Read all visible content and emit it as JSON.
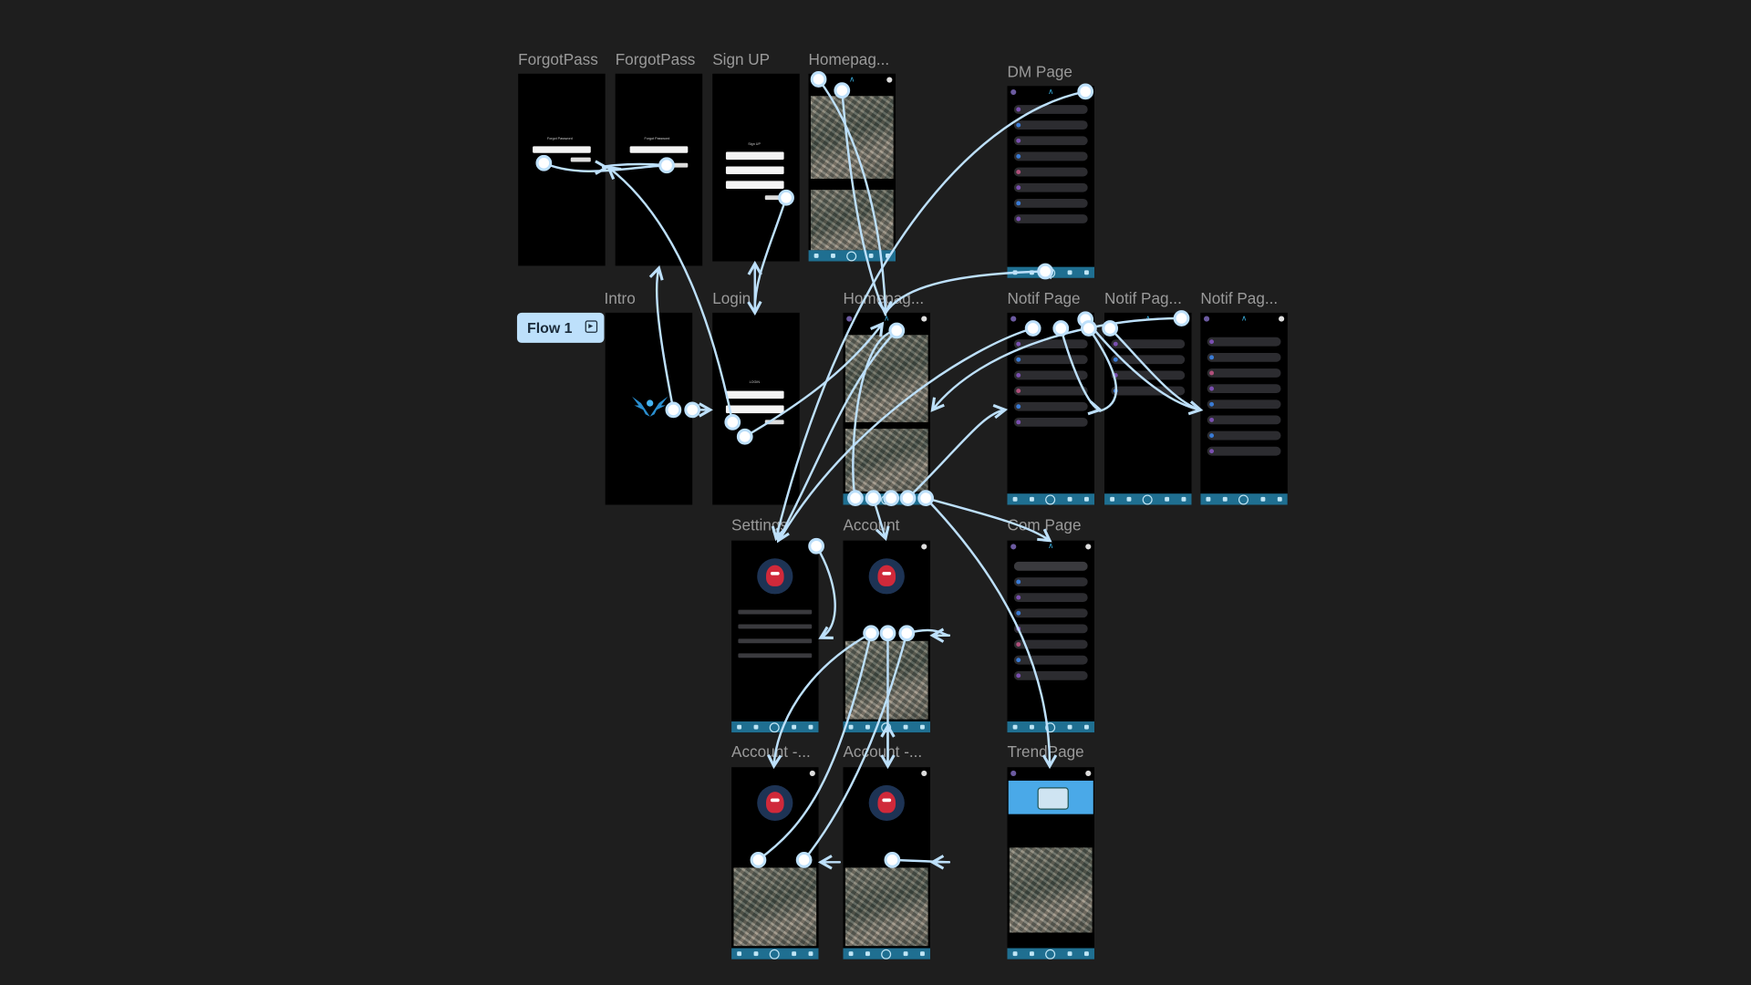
{
  "canvas": {
    "flow_label": "Flow 1",
    "flow_icon": "play-frame-icon"
  },
  "frames": {
    "forgot1": {
      "label": "ForgotPass",
      "heading": "Forgot Password"
    },
    "forgot2": {
      "label": "ForgotPass",
      "heading": "Forgot Password"
    },
    "signup": {
      "label": "Sign UP",
      "heading": "Sign UP"
    },
    "home1": {
      "label": "Homepag..."
    },
    "dm": {
      "label": "DM Page"
    },
    "intro": {
      "label": "Intro"
    },
    "login": {
      "label": "Login",
      "heading": "LOGIN"
    },
    "home2": {
      "label": "Homepag..."
    },
    "notif1": {
      "label": "Notif Page"
    },
    "notif2": {
      "label": "Notif Pag..."
    },
    "notif3": {
      "label": "Notif Pag..."
    },
    "settings": {
      "label": "Settings"
    },
    "account": {
      "label": "Account"
    },
    "com": {
      "label": "Com Page"
    },
    "account2": {
      "label": "Account -..."
    },
    "account3": {
      "label": "Account -..."
    },
    "trend": {
      "label": "TrendPage"
    }
  },
  "colors": {
    "background": "#1e1e1e",
    "frame": "#000000",
    "navbar": "#1f6f91",
    "connector": "#bde0fb",
    "accent": "#3ab0e0"
  }
}
